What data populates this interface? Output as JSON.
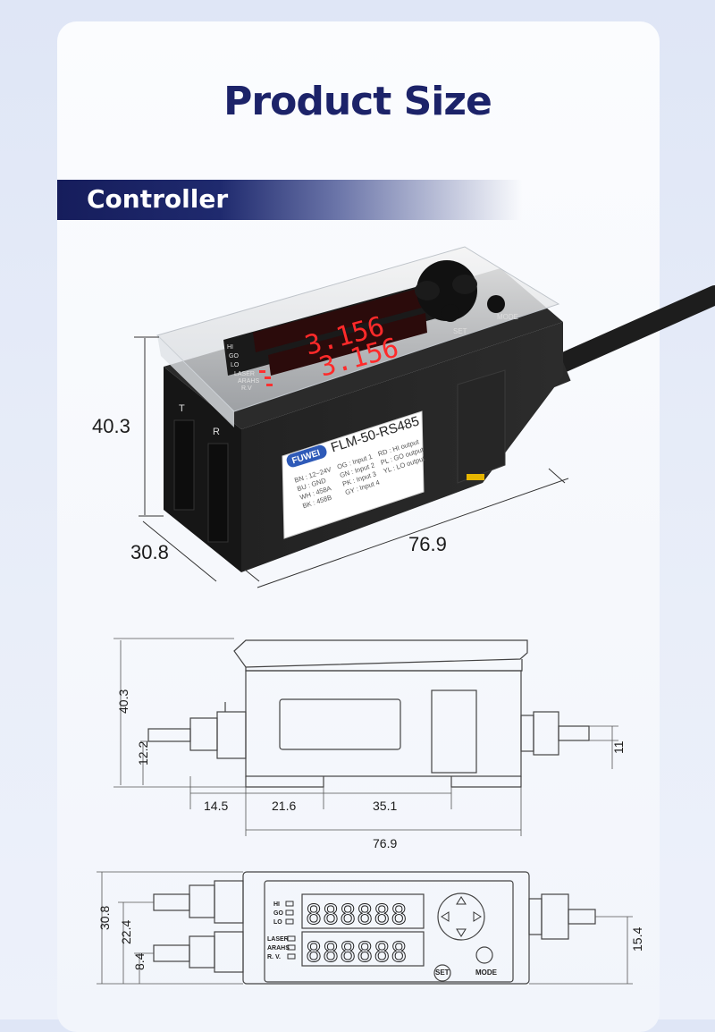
{
  "page": {
    "title": "Product Size"
  },
  "section": {
    "label": "Controller"
  },
  "photo": {
    "dims": {
      "height": "40.3",
      "depth": "30.8",
      "length": "76.9"
    },
    "display_top": "3.156",
    "display_bottom": "3.156",
    "buttons": {
      "set": "SET",
      "mode": "MODE"
    },
    "indicators": [
      "HI",
      "GO",
      "LO",
      "LASER",
      "ARAHS",
      "R.V"
    ],
    "ports": {
      "t": "T",
      "r": "R"
    },
    "label": {
      "brand": "FUWEI",
      "model": "FLM-50-RS485",
      "col1": [
        "BN : 12~24V",
        "BU : GND",
        "WH : 458A",
        "BK : 458B"
      ],
      "col2": [
        "OG : Input 1",
        "GN : Input 2",
        "PK : Input 3",
        "GY : Input 4"
      ],
      "col3": [
        "RD : HI output",
        "PL : GO output",
        "YL : LO output"
      ]
    }
  },
  "side_view": {
    "dims": {
      "height": "40.3",
      "port": "12.2",
      "right": "11",
      "seg1": "14.5",
      "seg2": "21.6",
      "seg3": "35.1",
      "total": "76.9"
    }
  },
  "top_view": {
    "dims": {
      "height": "30.8",
      "mid": "22.4",
      "low": "8.4",
      "right": "15.4"
    },
    "indicators": [
      "HI",
      "GO",
      "LO"
    ],
    "indicators2": [
      "LASER",
      "ARAHS",
      "R. V."
    ],
    "digits_top": "888888",
    "digits_bottom": "888888",
    "buttons": {
      "set": "SET",
      "mode": "MODE"
    }
  },
  "colors": {
    "navy": "#1c2369",
    "display_red": "#ff2a2a",
    "body": "#1e1e1e"
  }
}
